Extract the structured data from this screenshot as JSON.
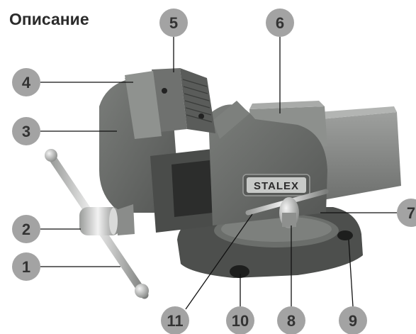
{
  "title": "Описание",
  "brand": "STALEX",
  "callouts": [
    "1",
    "2",
    "3",
    "4",
    "5",
    "6",
    "7",
    "8",
    "9",
    "10",
    "11"
  ],
  "colors": {
    "body": "#6b6e6b",
    "body_dark": "#3e403e",
    "body_light": "#8c8f8c",
    "steel": "#c9cbc9",
    "badge": "#a3a3a3",
    "badge_text": "#333333",
    "leader": "#111111"
  }
}
